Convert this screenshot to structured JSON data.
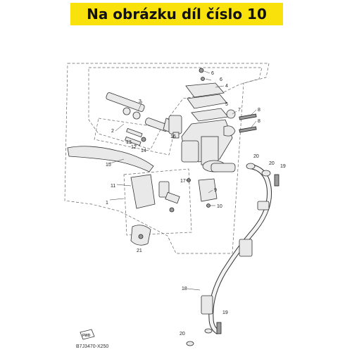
{
  "banner": {
    "text": "Na obrázku díl číslo 10",
    "color": "#f9e20c"
  },
  "callouts": [
    "1",
    "2",
    "3",
    "4",
    "5",
    "6",
    "6",
    "7",
    "8",
    "8",
    "9",
    "10",
    "11",
    "12",
    "13",
    "14",
    "15",
    "16",
    "17",
    "18",
    "19",
    "19",
    "20",
    "20",
    "20",
    "21"
  ],
  "arrow_text": "FWD",
  "diagram_code": "B7J3470-X250"
}
